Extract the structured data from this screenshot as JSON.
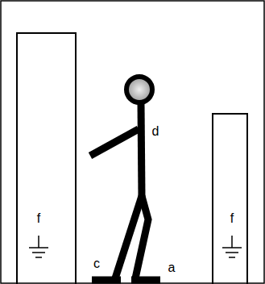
{
  "diagram": {
    "nodes": [
      {
        "text": [
          "f"
        ]
      },
      {
        "text": [
          "f"
        ]
      }
    ],
    "labels": [
      "d",
      "c",
      "a"
    ]
  }
}
